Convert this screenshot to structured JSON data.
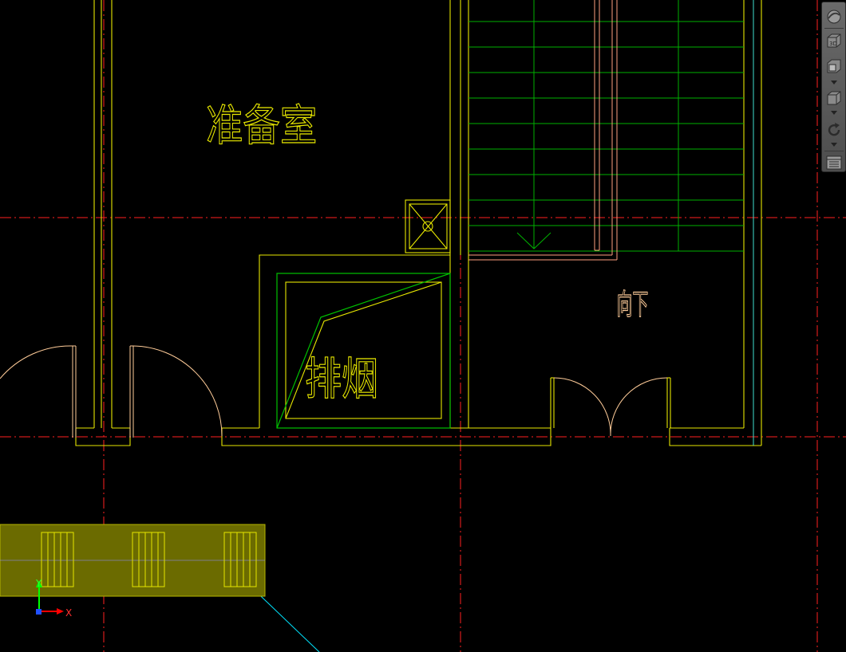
{
  "drawing": {
    "room_labels": {
      "prep_room": "准备室",
      "smoke_exhaust": "排烟",
      "down_arrow": "向下"
    },
    "ucs": {
      "x_label": "X",
      "y_label": "Y"
    }
  },
  "nav_bar": {
    "buttons": [
      {
        "name": "steering-wheel-icon"
      },
      {
        "name": "3d-view-icon",
        "label": "3D"
      },
      {
        "name": "pan-view-icon"
      },
      {
        "name": "orbit-view-icon"
      },
      {
        "name": "rotate-icon"
      },
      {
        "name": "view-manager-icon"
      }
    ]
  },
  "colors": {
    "background": "#000000",
    "wall": "#e6e600",
    "stair": "#00c000",
    "door": "#ffcc99",
    "axis": "#ff0000",
    "leader": "#00e5ff",
    "ucs_x": "#ff0000",
    "ucs_y": "#00ff00"
  }
}
